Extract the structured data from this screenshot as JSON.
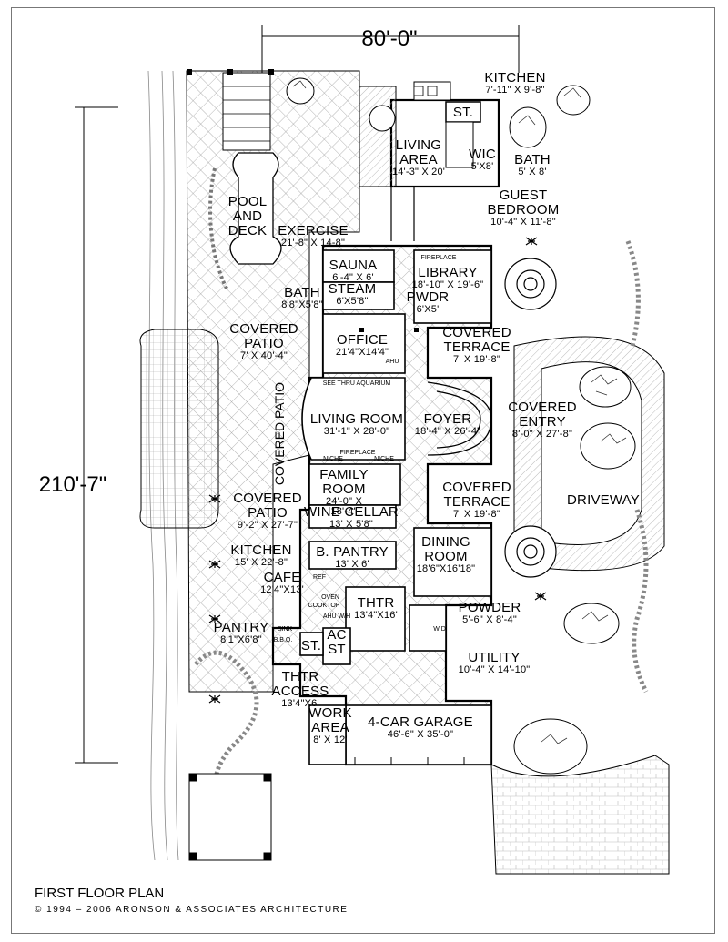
{
  "dimensions": {
    "width": "80'-0\"",
    "depth": "210'-7\""
  },
  "rooms": {
    "kitchen_guest": {
      "name": "KITCHEN",
      "size": "7'-11\" X 9'-8\""
    },
    "st_guest": {
      "name": "ST."
    },
    "living_area": {
      "name": "LIVING AREA",
      "size": "14'-3\" X 20'"
    },
    "wic": {
      "name": "WIC",
      "size": "5'X8'"
    },
    "bath_guest": {
      "name": "BATH",
      "size": "5' X 8'"
    },
    "guest_bedroom": {
      "name": "GUEST BEDROOM",
      "size": "10'-4\" X 11'-8\""
    },
    "pool": {
      "name": "POOL AND DECK"
    },
    "exercise": {
      "name": "EXERCISE",
      "size": "21'-8\" X 14-8\""
    },
    "sauna": {
      "name": "SAUNA",
      "size": "6'-4\" X 6'"
    },
    "steam": {
      "name": "STEAM",
      "size": "6'X5'8\""
    },
    "bath_main": {
      "name": "BATH",
      "size": "8'8\"X5'8\""
    },
    "library": {
      "name": "LIBRARY",
      "size": "18'-10\" X 19'-6\""
    },
    "pwdr": {
      "name": "PWDR",
      "size": "6'X5'"
    },
    "covered_patio_1": {
      "name": "COVERED PATIO",
      "size": "7' X 40'-4\""
    },
    "office": {
      "name": "OFFICE",
      "size": "21'4\"X14'4\""
    },
    "covered_terrace_1": {
      "name": "COVERED TERRACE",
      "size": "7' X 19'-8\""
    },
    "covered_patio_vert": {
      "name": "COVERED PATIO"
    },
    "living_room": {
      "name": "LIVING ROOM",
      "size": "31'-1\" X 28'-0\""
    },
    "foyer": {
      "name": "FOYER",
      "size": "18'-4\" X 26'-4\""
    },
    "covered_entry": {
      "name": "COVERED ENTRY",
      "size": "8'-0\" X 27'-8\""
    },
    "family_room": {
      "name": "FAMILY ROOM",
      "size": "24'-0\" X 18'-4\""
    },
    "covered_patio_2": {
      "name": "COVERED PATIO",
      "size": "9'-2\" X 27'-7\""
    },
    "wine_cellar": {
      "name": "WINE CELLAR",
      "size": "13' X 5'8\""
    },
    "covered_terrace_2": {
      "name": "COVERED TERRACE",
      "size": "7' X 19'-8\""
    },
    "driveway": {
      "name": "DRIVEWAY"
    },
    "kitchen_main": {
      "name": "KITCHEN",
      "size": "15' X 22'-8\""
    },
    "b_pantry": {
      "name": "B. PANTRY",
      "size": "13' X 6'"
    },
    "dining_room": {
      "name": "DINING ROOM",
      "size": "18'6\"X16'18\""
    },
    "cafe": {
      "name": "CAFE",
      "size": "12'4\"X13'"
    },
    "thtr": {
      "name": "THTR",
      "size": "13'4\"X16'"
    },
    "powder": {
      "name": "POWDER",
      "size": "5'-6\" X 8'-4\""
    },
    "pantry": {
      "name": "PANTRY",
      "size": "8'1\"X6'8\""
    },
    "st_1": {
      "name": "ST."
    },
    "ac": {
      "name": "AC"
    },
    "st_2": {
      "name": "ST"
    },
    "utility": {
      "name": "UTILITY",
      "size": "10'-4\" X 14'-10\""
    },
    "thtr_access": {
      "name": "THTR ACCESS",
      "size": "13'4\"X6'"
    },
    "work_area": {
      "name": "WORK AREA",
      "size": "8' X 12'"
    },
    "garage": {
      "name": "4-CAR GARAGE",
      "size": "46'-6\" X 35'-0\""
    }
  },
  "annotations": {
    "see_thru_aquarium": "SEE THRU AQUARIUM",
    "fireplace_library": "FIREPLACE",
    "fireplace_family": "FIREPLACE",
    "niche_left": "NICHE",
    "niche_right": "NICHE",
    "ahu": "AHU",
    "sink_oven": "SINK OVEN",
    "ref": "REF",
    "oven": "OVEN",
    "cooktop": "COOKTOP",
    "ahu_wh": "AHU W/H",
    "bbq": "B.B.Q.",
    "sink": "SINK",
    "wd": "W D"
  },
  "footer": {
    "title": "FIRST FLOOR PLAN",
    "copyright": "© 1994 – 2006 ARONSON & ASSOCIATES ARCHITECTURE"
  }
}
